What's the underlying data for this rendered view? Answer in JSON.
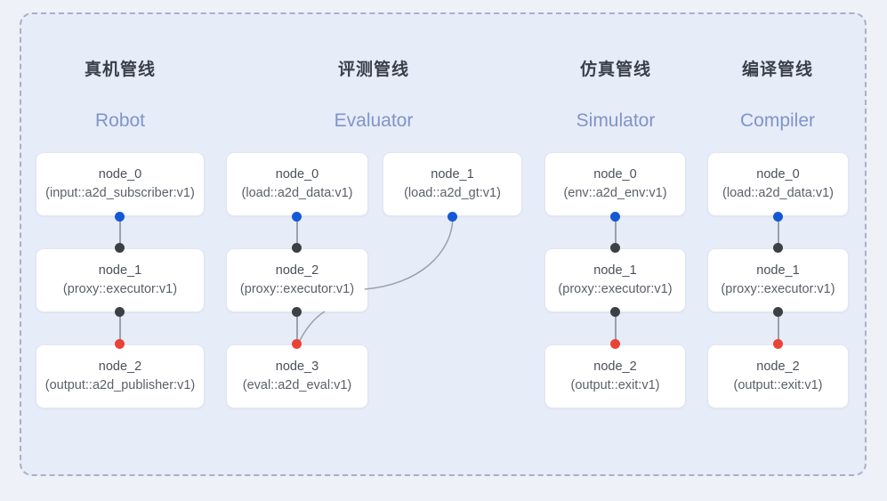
{
  "diagram": {
    "type": "pipeline-graph",
    "frame_style": "dashed-rounded-rectangle",
    "background_color": "#eef1f8",
    "panel_color": "#e7ecf9",
    "dash_border_color": "#a9b0c4"
  },
  "columns": [
    {
      "id": "robot",
      "title_cn": "真机管线",
      "title_en": "Robot",
      "nodes": [
        {
          "name": "node_0",
          "spec": "(input::a2d_subscriber:v1)"
        },
        {
          "name": "node_1",
          "spec": "(proxy::executor:v1)"
        },
        {
          "name": "node_2",
          "spec": "(output::a2d_publisher:v1)"
        }
      ]
    },
    {
      "id": "evaluator",
      "title_cn": "评测管线",
      "title_en": "Evaluator",
      "nodes": [
        {
          "name": "node_0",
          "spec": "(load::a2d_data:v1)"
        },
        {
          "name": "node_1",
          "spec": "(load::a2d_gt:v1)"
        },
        {
          "name": "node_2",
          "spec": "(proxy::executor:v1)"
        },
        {
          "name": "node_3",
          "spec": "(eval::a2d_eval:v1)"
        }
      ]
    },
    {
      "id": "simulator",
      "title_cn": "仿真管线",
      "title_en": "Simulator",
      "nodes": [
        {
          "name": "node_0",
          "spec": "(env::a2d_env:v1)"
        },
        {
          "name": "node_1",
          "spec": "(proxy::executor:v1)"
        },
        {
          "name": "node_2",
          "spec": "(output::exit:v1)"
        }
      ]
    },
    {
      "id": "compiler",
      "title_cn": "编译管线",
      "title_en": "Compiler",
      "nodes": [
        {
          "name": "node_0",
          "spec": "(load::a2d_data:v1)"
        },
        {
          "name": "node_1",
          "spec": "(proxy::executor:v1)"
        },
        {
          "name": "node_2",
          "spec": "(output::exit:v1)"
        }
      ]
    }
  ],
  "ports": {
    "output_port_color": "#1558d6",
    "input_port_color": "#3c4043",
    "terminal_port_color": "#ea4335",
    "edge_color": "#9aa0ac"
  }
}
